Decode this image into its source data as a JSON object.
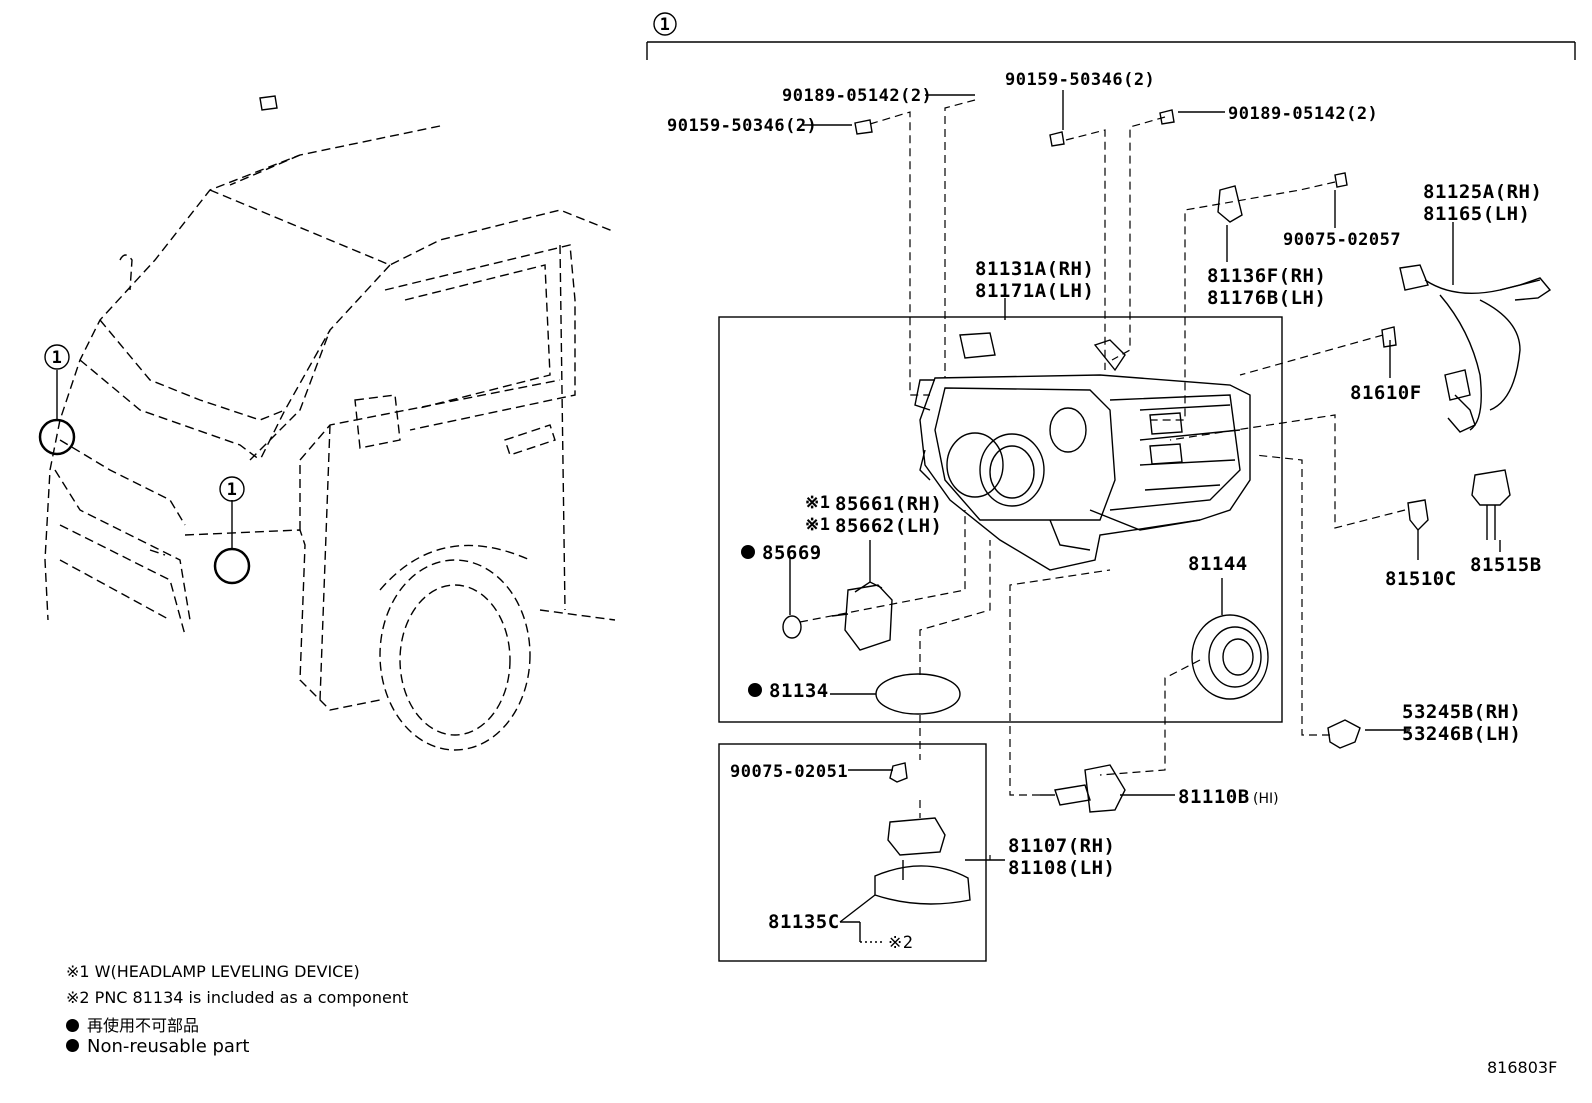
{
  "diagram_id": "816803F",
  "section_marker": "1",
  "vehicle_callouts": [
    "1",
    "1"
  ],
  "parts": {
    "screw_a_top": "90189-05142(2)",
    "bolt_a_left": "90159-50346(2)",
    "bolt_b_top": "90159-50346(2)",
    "screw_b_right": "90189-05142(2)",
    "screw_c": "90075-02057",
    "wire_rh": "81125A(RH)",
    "wire_lh": "81165(LH)",
    "cover_rh": "81136F(RH)",
    "cover_lh": "81176B(LH)",
    "unit_rh": "81131A(RH)",
    "unit_lh": "81171A(LH)",
    "bulb_side": "81610F",
    "actuator_rh": "85661(RH)",
    "actuator_lh": "85662(LH)",
    "actuator_mark": "※1",
    "oring": "85669",
    "gasket": "81134",
    "cap": "81144",
    "bulb_turn": "81510C",
    "socket_turn": "81515B",
    "clip_rh": "53245B(RH)",
    "clip_lh": "53246B(LH)",
    "screw_d": "90075-02051",
    "bulb_hi": "81110B",
    "bulb_hi_note": "(HI)",
    "ballast_rh": "81107(RH)",
    "ballast_lh": "81108(LH)",
    "ring": "81135C",
    "ring_note": "※2"
  },
  "notes": [
    "※1 W(HEADLAMP LEVELING DEVICE)",
    "※2 PNC 81134 is included as a component",
    "再使用不可部品",
    "Non-reusable part"
  ]
}
